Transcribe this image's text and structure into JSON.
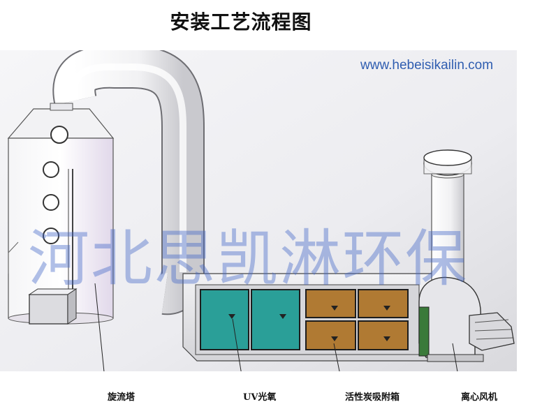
{
  "title": "安装工艺流程图",
  "website": "www.hebeisikailin.com",
  "watermark": "河北思凯淋环保",
  "labels": {
    "cyclone_tower": "旋流塔",
    "uv_photo_oxygen": "UV光氧",
    "activated_carbon_box": "活性炭吸附箱",
    "centrifugal_fan": "离心风机"
  },
  "colors": {
    "uv_panel": "#2a9f98",
    "carbon_panel": "#b07a33",
    "watermark": "#4669c8",
    "url": "#2f5db0"
  }
}
